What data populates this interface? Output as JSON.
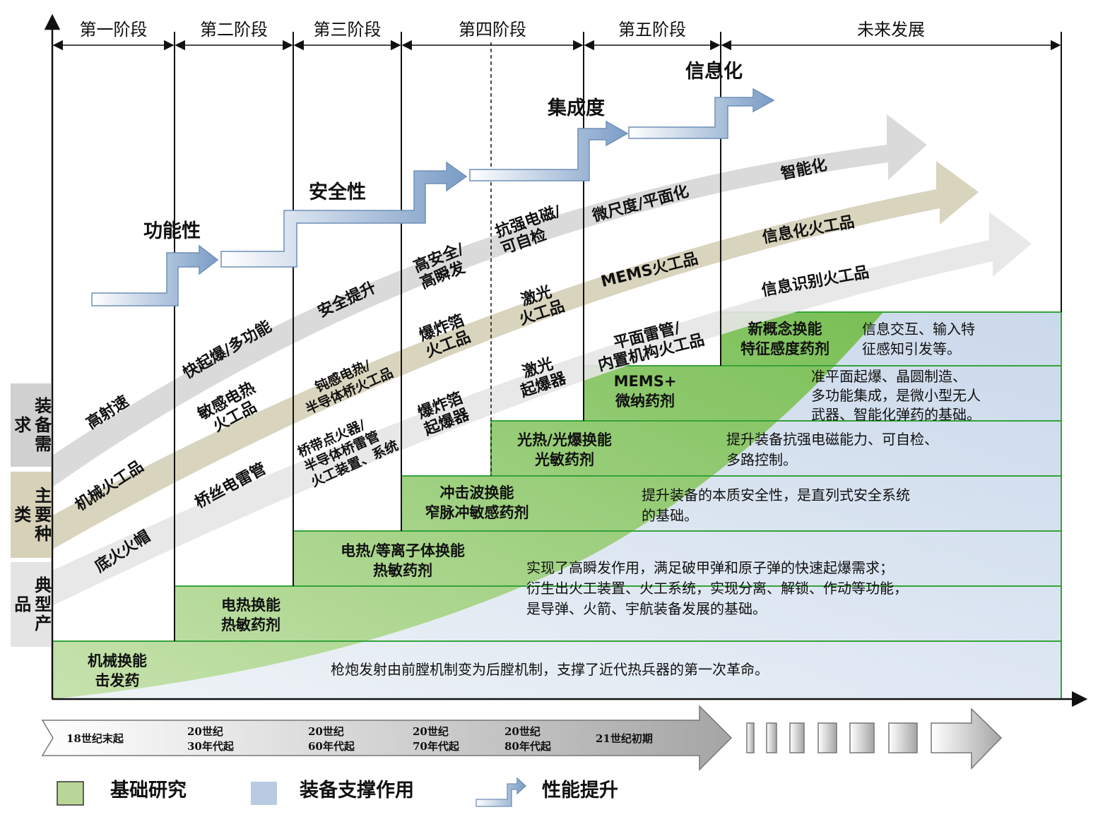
{
  "stages": [
    "第一阶段",
    "第二阶段",
    "第三阶段",
    "第四阶段",
    "第五阶段",
    "未来发展"
  ],
  "performance": [
    "功能性",
    "安全性",
    "集成度",
    "信息化"
  ],
  "band_top": {
    "name": "装备需求",
    "labels": [
      "高射速",
      "快起爆/多功能",
      "安全提升",
      "高安全/\n高瞬发",
      "抗强电磁/\n可自检",
      "微尺度/平面化",
      "智能化"
    ]
  },
  "band_mid": {
    "name": "主要种类",
    "labels": [
      "机械火工品",
      "敏感电热\n火工品",
      "钝感电热/\n半导体桥火工品",
      "爆炸箔\n火工品",
      "激光\n火工品",
      "MEMS火工品",
      "信息化火工品"
    ]
  },
  "band_low": {
    "name": "典型产品",
    "labels": [
      "底火火帽",
      "桥丝电雷管",
      "桥带点火器/\n半导体桥雷管\n火工装置、系统",
      "爆炸箔\n起爆器",
      "激光\n起爆器",
      "平面雷管/\n内置机构火工品",
      "信息识别火工品"
    ]
  },
  "steps": [
    {
      "title": "机械换能\n击发药",
      "desc": "枪炮发射由前膛机制变为后膛机制，支撑了近代热兵器的第一次革命。"
    },
    {
      "title": "电热换能\n热敏药剂",
      "desc": ""
    },
    {
      "title": "电热/等离子体换能\n热敏药剂",
      "desc": "实现了高瞬发作用，满足破甲弹和原子弹的快速起爆需求；\n衍生出火工装置、火工系统，实现分离、解锁、作动等功能，\n是导弹、火箭、宇航装备发展的基础。"
    },
    {
      "title": "冲击波换能\n窄脉冲敏感药剂",
      "desc": "提升装备的本质安全性，是直列式安全系统\n的基础。"
    },
    {
      "title": "光热/光爆换能\n光敏药剂",
      "desc": "提升装备抗强电磁能力、可自检、\n多路控制。"
    },
    {
      "title": "MEMS+\n微纳药剂",
      "desc": "准平面起爆、晶圆制造、\n多功能集成，是微小型无人\n武器、智能化弹药的基础。"
    },
    {
      "title": "新概念换能\n特征感度药剂",
      "desc": "信息交互、输入特\n征感知引发等。"
    }
  ],
  "timeline": [
    "18世纪末起",
    "20世纪\n30年代起",
    "20世纪\n60年代起",
    "20世纪\n70年代起",
    "20世纪\n80年代起",
    "21世纪初期"
  ],
  "legend": [
    "基础研究",
    "装备支撑作用",
    "性能提升"
  ],
  "colors": {
    "green": "#8cc26a",
    "blue": "#b8cbe3",
    "arrow_blue": "#7da0c8",
    "band_top": "#d6d6d6",
    "band_mid": "#d2cdb3",
    "band_low": "#e9e9e9"
  }
}
